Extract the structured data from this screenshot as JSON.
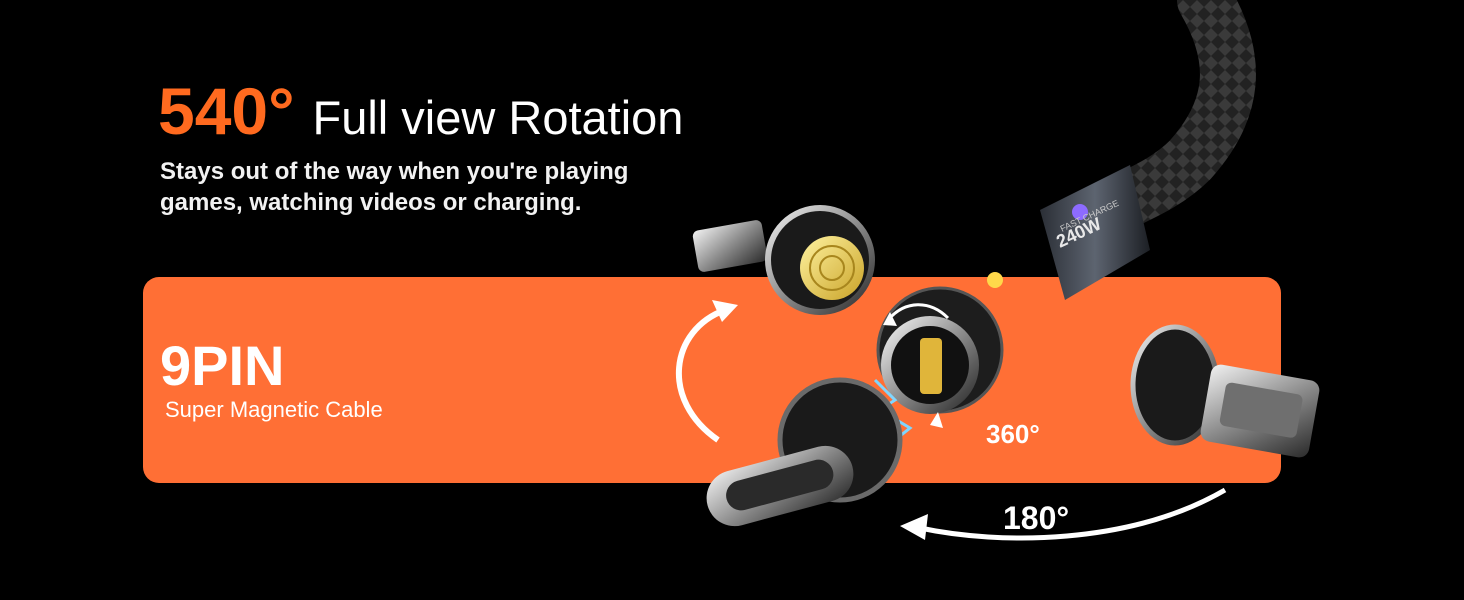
{
  "headline": {
    "degree": "540°",
    "text": "Full view Rotation"
  },
  "subtitle": "Stays out of the way when you're playing games, watching videos or charging.",
  "banner": {
    "title": "9PIN",
    "subtitle": "Super Magnetic Cable"
  },
  "labels": {
    "rotation_360": "360°",
    "rotation_180": "180°",
    "power_label": "240W",
    "fast_label": "FAST CHARGE"
  },
  "colors": {
    "accent": "#ff6a1f",
    "banner": "#ff6f35",
    "background": "#000000"
  }
}
